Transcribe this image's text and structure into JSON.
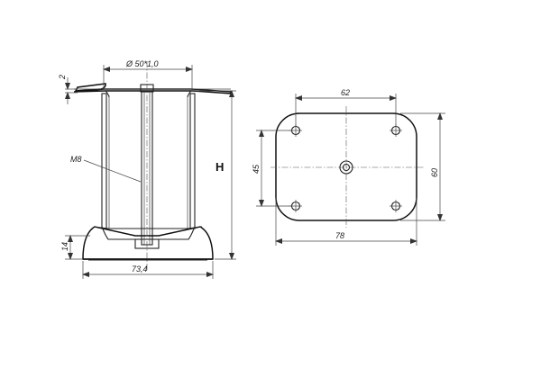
{
  "drawing": {
    "side_view": {
      "diameter_label": "Ø 50*1,0",
      "plate_thickness_label": "2",
      "thread_label": "M8",
      "height_label": "H",
      "base_height_label": "14",
      "base_width_label": "73,4"
    },
    "top_view": {
      "hole_spacing_x_label": "62",
      "hole_spacing_y_label": "45",
      "plate_width_label": "78",
      "plate_height_label": "60"
    }
  }
}
